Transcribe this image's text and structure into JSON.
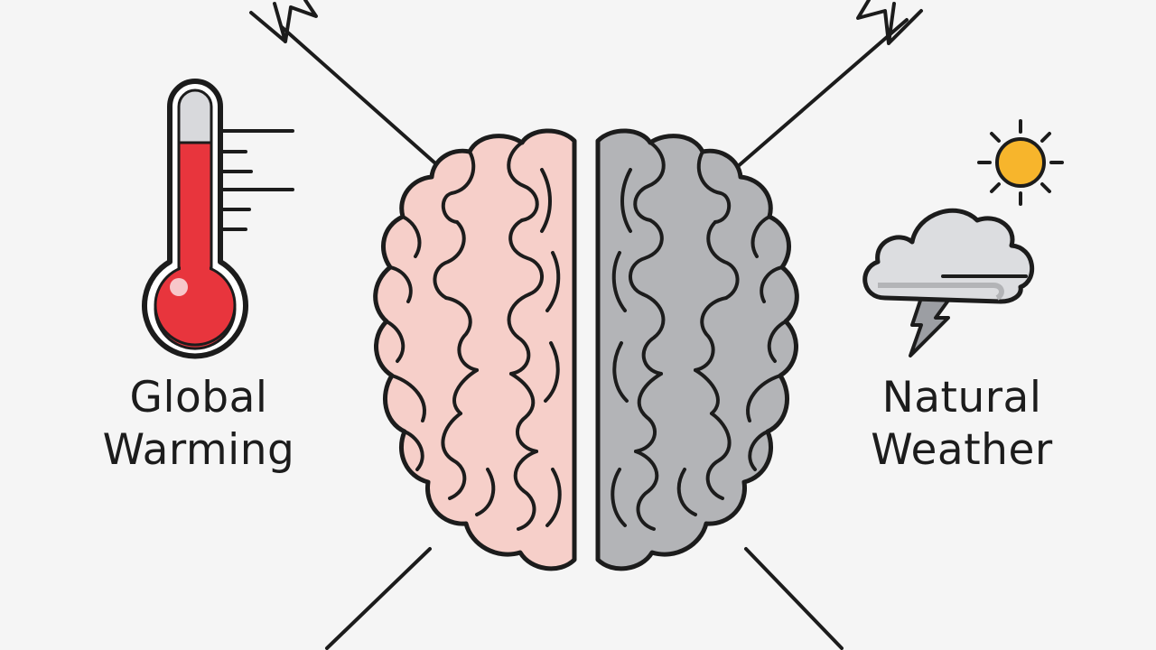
{
  "labels": {
    "left": {
      "line1": "Global",
      "line2": "Warming"
    },
    "right": {
      "line1": "Natural",
      "line2": "Weather"
    }
  },
  "colors": {
    "background": "#f5f5f5",
    "outline": "#1c1c1c",
    "left_hemisphere": "#f6cfc9",
    "right_hemisphere": "#b3b4b7",
    "thermometer_fluid": "#e8353d",
    "sun": "#f7b52c",
    "cloud": "#dcdde0",
    "lightning": "#9c9ea3"
  },
  "icons": {
    "left": "thermometer-icon",
    "right": "sun-cloud-storm-icon",
    "center": "brain-icon"
  }
}
